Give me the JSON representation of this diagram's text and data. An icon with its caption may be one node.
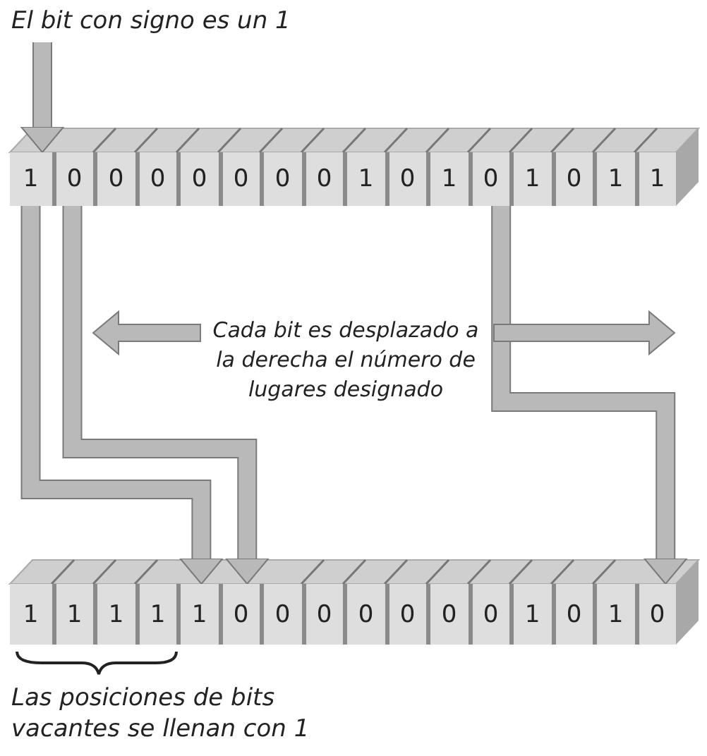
{
  "diagram": {
    "nodes": [
      {
        "text": [
          "El bit con signo es un 1"
        ]
      },
      {
        "text": [
          "1"
        ]
      },
      {
        "text": [
          "0"
        ]
      },
      {
        "text": [
          "0"
        ]
      },
      {
        "text": [
          "0"
        ]
      },
      {
        "text": [
          "0"
        ]
      },
      {
        "text": [
          "0"
        ]
      },
      {
        "text": [
          "0"
        ]
      },
      {
        "text": [
          "0"
        ]
      },
      {
        "text": [
          "1"
        ]
      },
      {
        "text": [
          "0"
        ]
      },
      {
        "text": [
          "1"
        ]
      },
      {
        "text": [
          "0"
        ]
      },
      {
        "text": [
          "1"
        ]
      },
      {
        "text": [
          "0"
        ]
      },
      {
        "text": [
          "1"
        ]
      },
      {
        "text": [
          "1"
        ]
      },
      {
        "text": [
          "1"
        ]
      },
      {
        "text": [
          "1"
        ]
      },
      {
        "text": [
          "1"
        ]
      },
      {
        "text": [
          "1"
        ]
      },
      {
        "text": [
          "1"
        ]
      },
      {
        "text": [
          "0"
        ]
      },
      {
        "text": [
          "0"
        ]
      },
      {
        "text": [
          "0"
        ]
      },
      {
        "text": [
          "0"
        ]
      },
      {
        "text": [
          "0"
        ]
      },
      {
        "text": [
          "0"
        ]
      },
      {
        "text": [
          "0"
        ]
      },
      {
        "text": [
          "1"
        ]
      },
      {
        "text": [
          "0"
        ]
      },
      {
        "text": [
          "1"
        ]
      },
      {
        "text": [
          "0"
        ]
      }
    ],
    "edges": [
      {
        "from": 0,
        "to": 1,
        "arrow": "to"
      },
      {
        "from": 1,
        "to": 21,
        "arrow": "to"
      },
      {
        "from": 2,
        "to": 22,
        "arrow": "to"
      },
      {
        "from": 12,
        "to": 32,
        "arrow": "to"
      }
    ],
    "labels": [
      "Cada bit es desplazado a la derecha el número de lugares designado",
      "Las posiciones de bits vacantes se llenan con 1"
    ]
  }
}
